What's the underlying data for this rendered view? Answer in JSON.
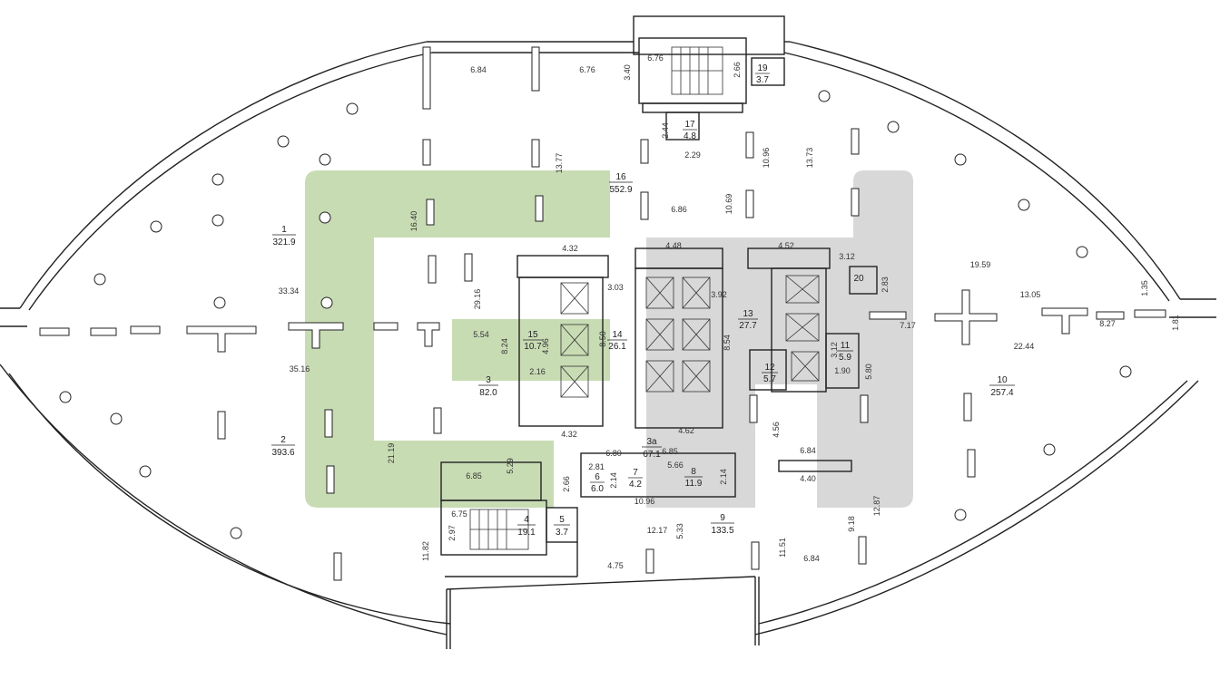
{
  "colors": {
    "logo_green": "#c8dcb4",
    "logo_gray": "#d4d4d4",
    "wall": "#222222"
  },
  "rooms": [
    {
      "id": "r1",
      "num": "1",
      "area": "321.9"
    },
    {
      "id": "r2",
      "num": "2",
      "area": "393.6"
    },
    {
      "id": "r3",
      "num": "3",
      "area": "82.0"
    },
    {
      "id": "r3a",
      "num": "3a",
      "area": "67.1"
    },
    {
      "id": "r4",
      "num": "4",
      "area": "19.1"
    },
    {
      "id": "r5",
      "num": "5",
      "area": "3.7"
    },
    {
      "id": "r6",
      "num": "6",
      "area": "6.0"
    },
    {
      "id": "r7",
      "num": "7",
      "area": "4.2"
    },
    {
      "id": "r8",
      "num": "8",
      "area": "11.9"
    },
    {
      "id": "r9",
      "num": "9",
      "area": "133.5"
    },
    {
      "id": "r10",
      "num": "10",
      "area": "257.4"
    },
    {
      "id": "r11",
      "num": "11",
      "area": "5.9"
    },
    {
      "id": "r12",
      "num": "12",
      "area": "5.7"
    },
    {
      "id": "r13",
      "num": "13",
      "area": "27.7"
    },
    {
      "id": "r14",
      "num": "14",
      "area": "26.1"
    },
    {
      "id": "r15",
      "num": "15",
      "area": "10.7"
    },
    {
      "id": "r16",
      "num": "16",
      "area": "552.9"
    },
    {
      "id": "r17",
      "num": "17",
      "area": "4.8"
    },
    {
      "id": "r19",
      "num": "19",
      "area": "3.7"
    },
    {
      "id": "r20",
      "num": "20",
      "area": ""
    }
  ],
  "dimensions": [
    "6.84",
    "6.76",
    "3.40",
    "6.76",
    "2.66",
    "2.44",
    "2.29",
    "13.77",
    "10.96",
    "13.73",
    "16.40",
    "6.86",
    "10.69",
    "4.32",
    "4.48",
    "4.52",
    "3.12",
    "33.34",
    "29.16",
    "3.03",
    "3.92",
    "2.83",
    "19.59",
    "13.05",
    "1.35",
    "8.24",
    "4.96",
    "8.50",
    "8.54",
    "7.17",
    "8.27",
    "1.81",
    "5.54",
    "35.16",
    "2.16",
    "3.12",
    "1.90",
    "5.80",
    "22.44",
    "4.32",
    "4.62",
    "4.56",
    "21.19",
    "6.80",
    "6.85",
    "6.84",
    "2.81",
    "5.66",
    "6.85",
    "5.29",
    "2.66",
    "2.14",
    "2.14",
    "4.40",
    "10.96",
    "12.87",
    "6.75",
    "2.97",
    "9.18",
    "12.17",
    "5.33",
    "11.82",
    "11.51",
    "6.84",
    "4.75"
  ]
}
